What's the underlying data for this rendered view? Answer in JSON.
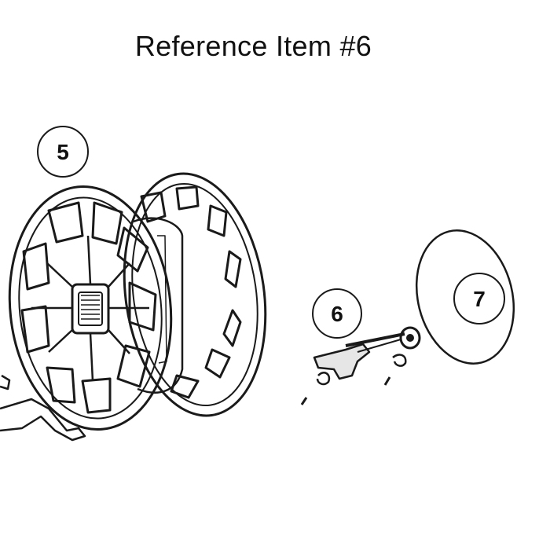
{
  "title": "Reference Item #6",
  "callouts": [
    {
      "label": "5",
      "part": "hose-reel-drum"
    },
    {
      "label": "6",
      "part": "crank-axle-assembly"
    },
    {
      "label": "7",
      "part": "end-cap-disc"
    }
  ],
  "colors": {
    "line": "#1a1a1a",
    "background": "#ffffff"
  }
}
